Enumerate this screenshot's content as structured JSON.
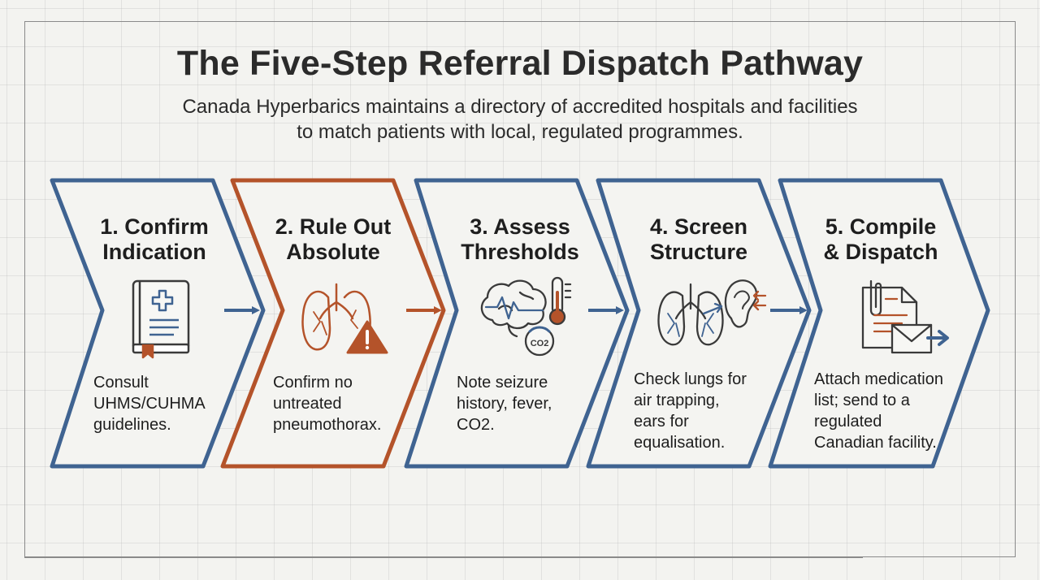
{
  "title": "The Five-Step Referral Dispatch Pathway",
  "subtitle": {
    "line1": "Canada Hyperbarics maintains a directory of accredited hospitals and facilities",
    "line2": "to match patients with local, regulated programmes."
  },
  "colors": {
    "blue": "#3f6391",
    "orange": "#b4532a",
    "text": "#1e1e1e",
    "background": "#f3f3f0"
  },
  "steps": [
    {
      "title_line1": "1. Confirm",
      "title_line2": "Indication",
      "desc_lines": [
        "Consult",
        "UHMS/CUHMA",
        "guidelines."
      ],
      "icon": "medical-book-icon",
      "color": "blue"
    },
    {
      "title_line1": "2. Rule Out",
      "title_line2": "Absolute",
      "desc_lines": [
        "Confirm no",
        "untreated",
        "pneumothorax."
      ],
      "icon": "lungs-warning-icon",
      "color": "orange"
    },
    {
      "title_line1": "3. Assess",
      "title_line2": "Thresholds",
      "desc_lines": [
        "Note seizure",
        "history, fever,",
        "CO2."
      ],
      "icon": "brain-thermometer-icon",
      "icon_text": "CO2",
      "color": "blue"
    },
    {
      "title_line1": "4. Screen",
      "title_line2": "Structure",
      "desc_lines": [
        "Check lungs for",
        "air trapping,",
        "ears for",
        "equalisation."
      ],
      "icon": "lungs-ear-icon",
      "color": "blue"
    },
    {
      "title_line1": "5. Compile",
      "title_line2": "& Dispatch",
      "desc_lines": [
        "Attach medication",
        "list; send to a",
        "regulated",
        "Canadian facility."
      ],
      "icon": "document-envelope-icon",
      "color": "blue"
    }
  ]
}
